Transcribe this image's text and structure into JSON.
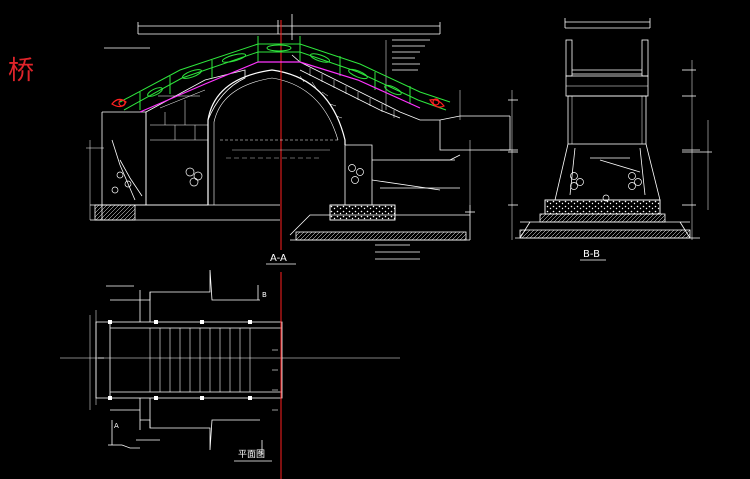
{
  "title_char": "桥",
  "section_labels": {
    "aa": "A-A",
    "bb": "B-B",
    "plan": "平面图"
  },
  "cut_markers": {
    "a": "A",
    "b": "B"
  },
  "colors": {
    "background": "#000000",
    "linework": "#ffffff",
    "railing": "#2ee63c",
    "highlight": "#ff33ff",
    "ornament": "#ff2020",
    "centerline": "#ff2020",
    "dimension": "#ffffff"
  }
}
